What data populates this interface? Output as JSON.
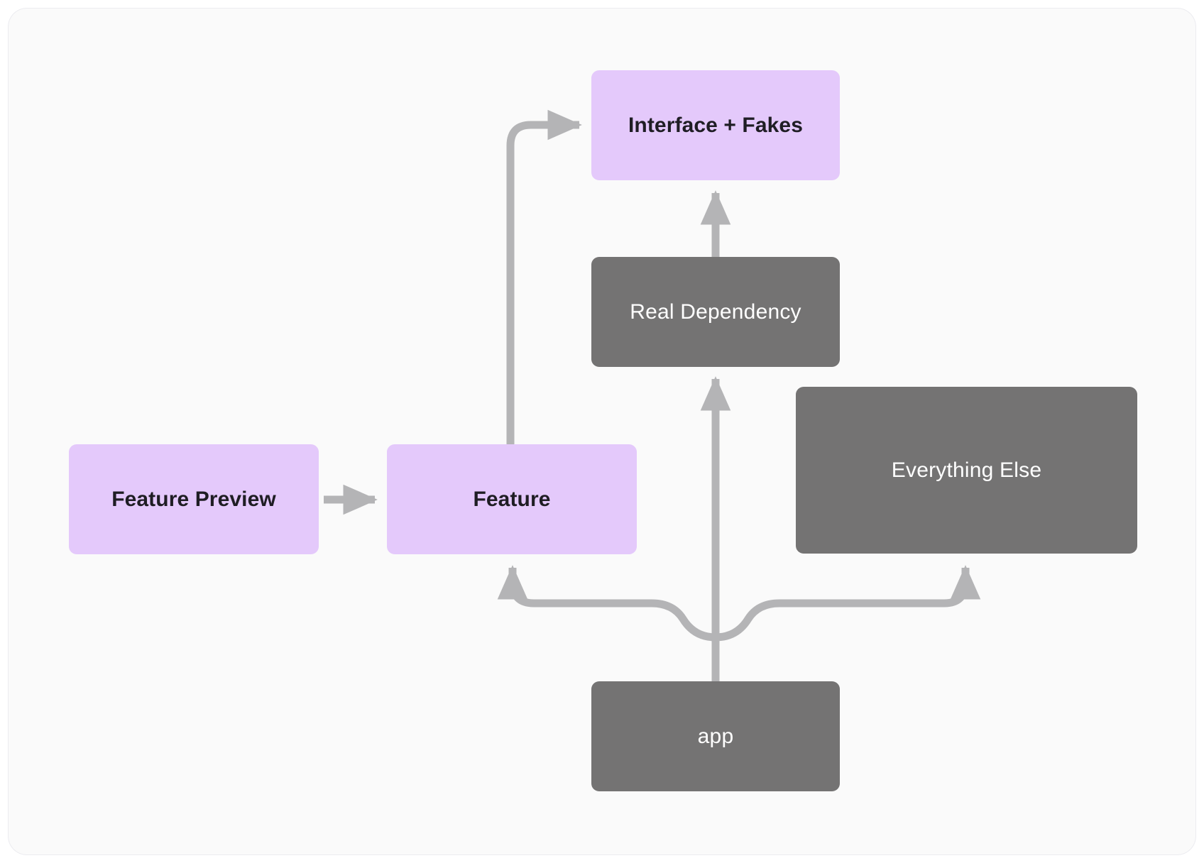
{
  "diagram": {
    "title": "Feature Preview dependency diagram",
    "background_color": "#fafafa",
    "canvas_color": "#ffffff",
    "edge_color": "#b4b4b6",
    "nodes": [
      {
        "id": "interface-fakes",
        "label": "Interface + Fakes",
        "style": "purple",
        "fill": "#e4c9fb",
        "text_color": "#1f1d24",
        "bold": true
      },
      {
        "id": "real-dependency",
        "label": "Real Dependency",
        "style": "gray",
        "fill": "#747373",
        "text_color": "#ffffff",
        "bold": false
      },
      {
        "id": "everything-else",
        "label": "Everything Else",
        "style": "gray",
        "fill": "#747373",
        "text_color": "#ffffff",
        "bold": false
      },
      {
        "id": "feature-preview",
        "label": "Feature Preview",
        "style": "purple",
        "fill": "#e4c9fb",
        "text_color": "#1f1d24",
        "bold": true
      },
      {
        "id": "feature",
        "label": "Feature",
        "style": "purple",
        "fill": "#e4c9fb",
        "text_color": "#1f1d24",
        "bold": true
      },
      {
        "id": "app",
        "label": "app",
        "style": "gray",
        "fill": "#747373",
        "text_color": "#ffffff",
        "bold": false
      }
    ],
    "edges": [
      {
        "id": "feature-preview-to-feature",
        "from": "feature-preview",
        "to": "feature",
        "shape": "straight-right"
      },
      {
        "id": "feature-to-interface-fakes",
        "from": "feature",
        "to": "interface-fakes",
        "shape": "elbow-up-right"
      },
      {
        "id": "real-dependency-to-interface-fakes",
        "from": "real-dependency",
        "to": "interface-fakes",
        "shape": "straight-up"
      },
      {
        "id": "app-to-real-dependency",
        "from": "app",
        "to": "real-dependency",
        "shape": "straight-up"
      },
      {
        "id": "app-to-feature",
        "from": "app",
        "to": "feature",
        "shape": "branch-left-up"
      },
      {
        "id": "app-to-everything-else",
        "from": "app",
        "to": "everything-else",
        "shape": "branch-right-up"
      }
    ]
  }
}
